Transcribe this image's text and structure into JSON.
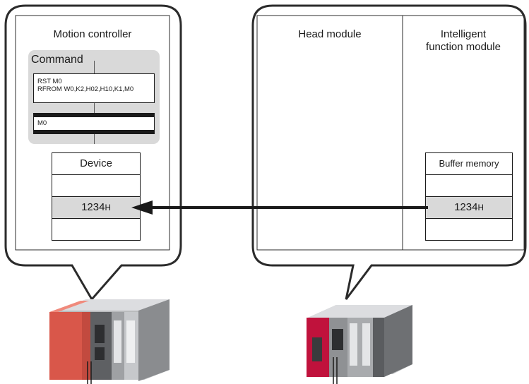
{
  "left_panel": {
    "title": "Motion controller",
    "command": {
      "heading": "Command",
      "lines": [
        "RST M0",
        "RFROM W0,K2,H02,H10,K1,M0"
      ],
      "contact": "M0"
    },
    "device": {
      "header": "Device",
      "value": "1234",
      "suffix": "H"
    }
  },
  "right_panel": {
    "head_title": "Head module",
    "intelligent_title_1": "Intelligent",
    "intelligent_title_2": "function module",
    "buffer": {
      "header": "Buffer memory",
      "value": "1234",
      "suffix": "H"
    }
  },
  "colors": {
    "panel_border": "#2b2b2b",
    "command_bg": "#d9d9d9",
    "highlight_cell": "#d9d9d9",
    "arrow": "#1a1a1a",
    "motion_cpu_red": "#d9574a",
    "head_module_red": "#c0123c",
    "hardware_gray": "#6e7073"
  },
  "icons": [
    "arrow-left-icon",
    "motion-controller-hardware-icon",
    "head-module-hardware-icon"
  ]
}
